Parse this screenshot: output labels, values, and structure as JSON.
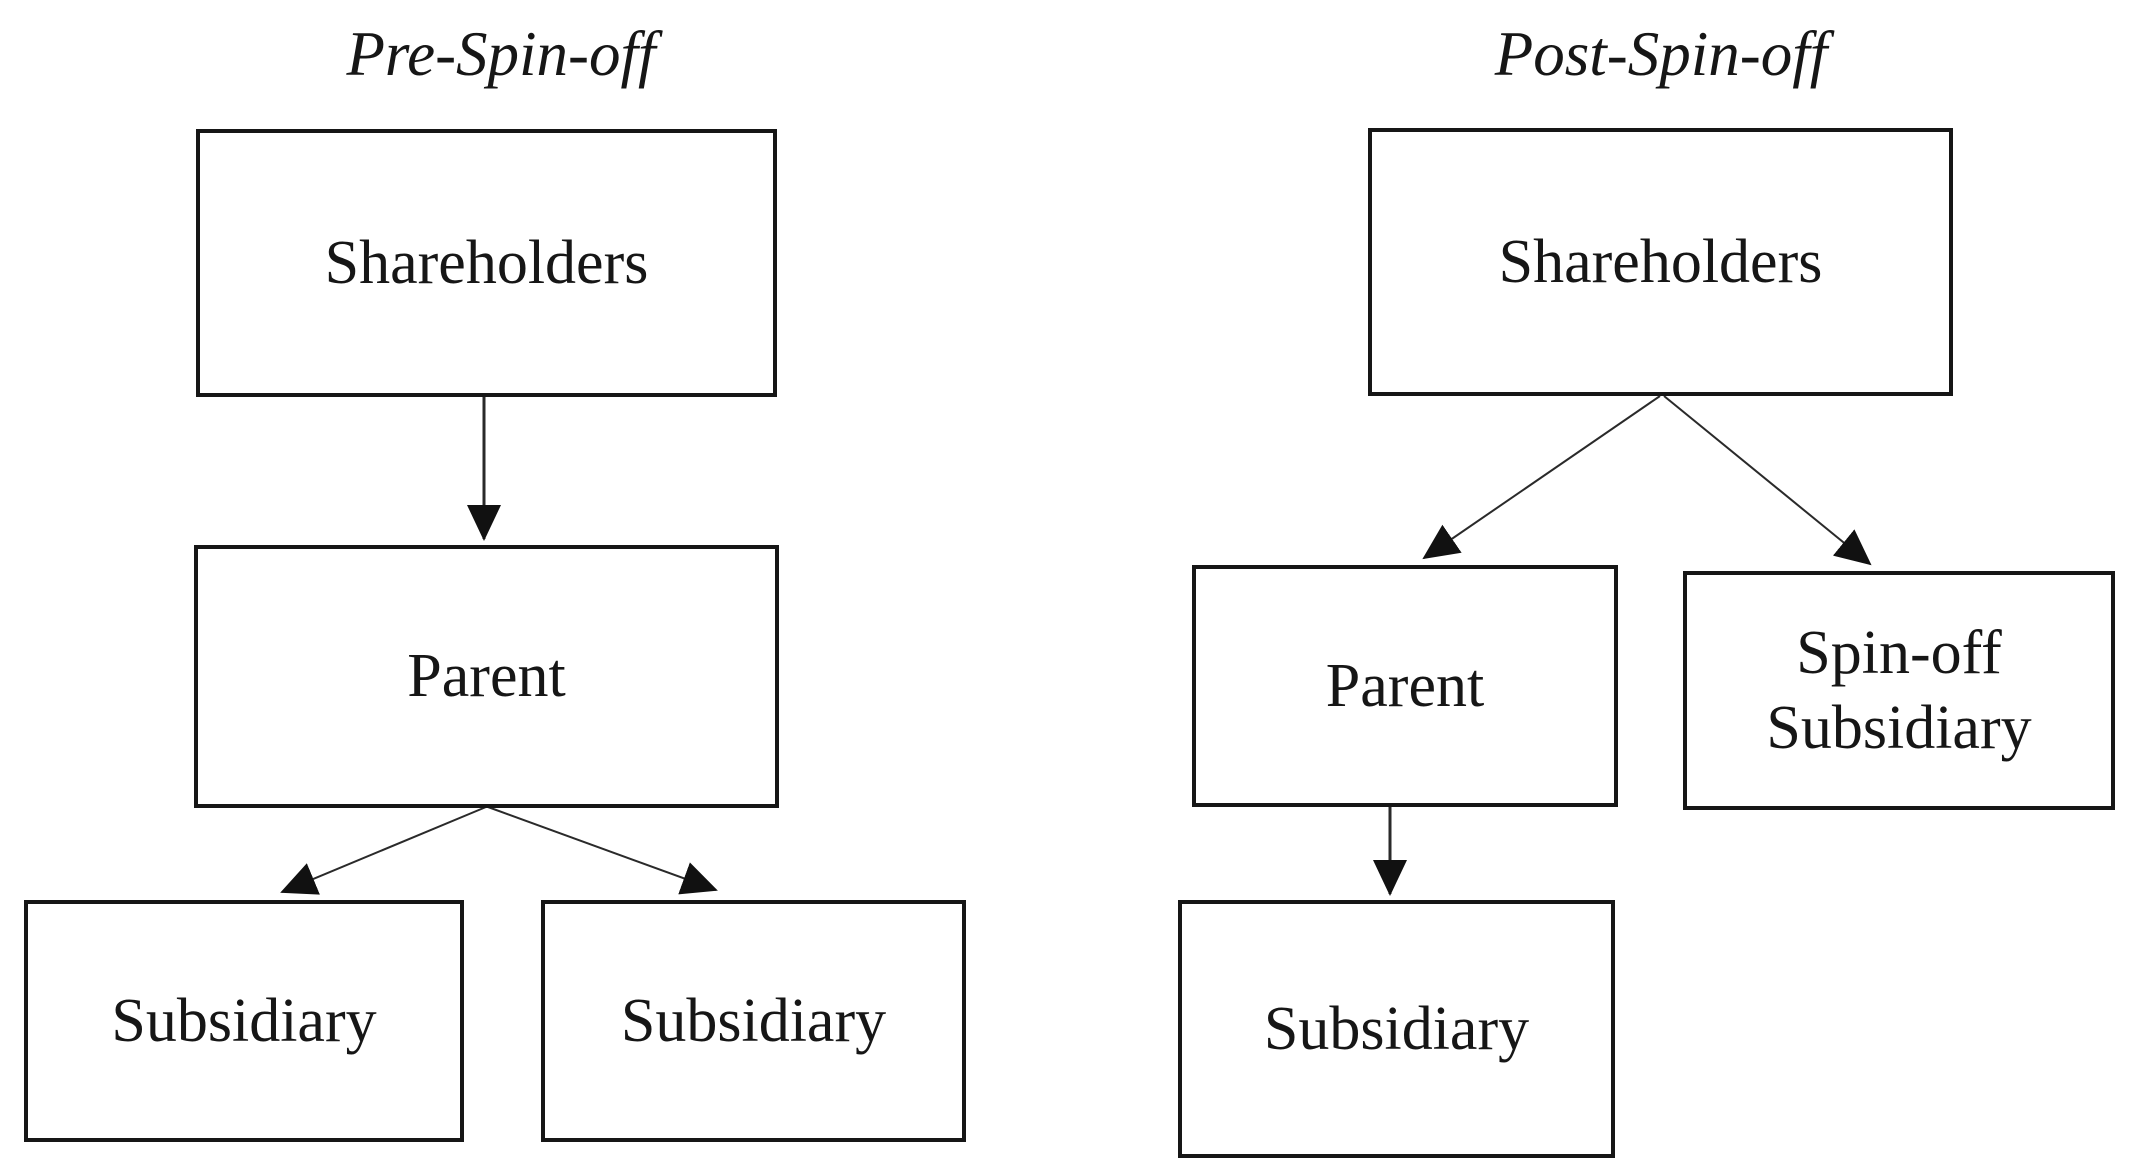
{
  "figure": {
    "background_color": "#ffffff",
    "box_border_color": "#161616",
    "text_color": "#161616",
    "line_color": "#2a2a2a",
    "arrow_color": "#111111"
  },
  "pre_spinoff": {
    "title": "Pre-Spin-off",
    "shareholders_label": "Shareholders",
    "parent_label": "Parent",
    "subsidiary_left_label": "Subsidiary",
    "subsidiary_right_label": "Subsidiary"
  },
  "post_spinoff": {
    "title": "Post-Spin-off",
    "shareholders_label": "Shareholders",
    "parent_label": "Parent",
    "spinoff_subsidiary_label": "Spin-off Subsidiary",
    "subsidiary_label": "Subsidiary"
  }
}
